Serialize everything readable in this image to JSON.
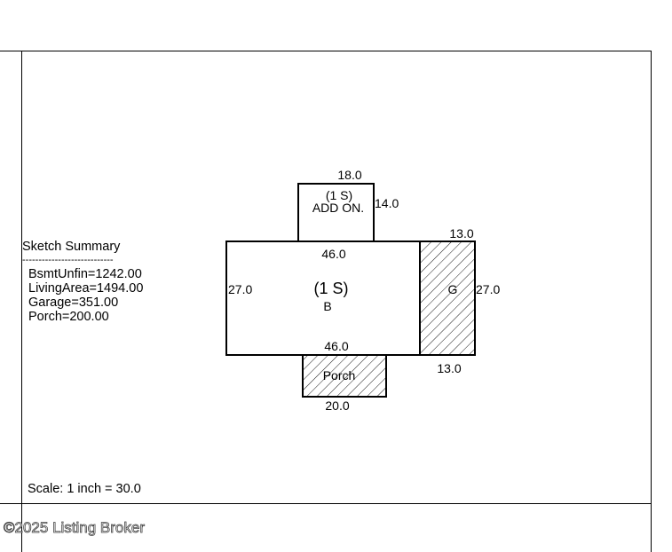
{
  "summary": {
    "title": "Sketch Summary",
    "divider": "----------------------------",
    "items": [
      "BsmtUnfin=1242.00",
      "LivingArea=1494.00",
      "Garage=351.00",
      "Porch=200.00"
    ]
  },
  "scale": "Scale: 1 inch = 30.0",
  "watermark": "©2025 Listing Broker",
  "areas": {
    "main": {
      "story": "(1 S)",
      "label": "B",
      "top": "46.0",
      "bottom": "46.0",
      "left": "27.0"
    },
    "addon": {
      "story": "(1 S)",
      "label": "ADD ON.",
      "top": "18.0",
      "right": "14.0"
    },
    "garage": {
      "label": "G",
      "top": "13.0",
      "bottom": "13.0",
      "right": "27.0"
    },
    "porch": {
      "label": "Porch",
      "bottom": "20.0"
    }
  }
}
